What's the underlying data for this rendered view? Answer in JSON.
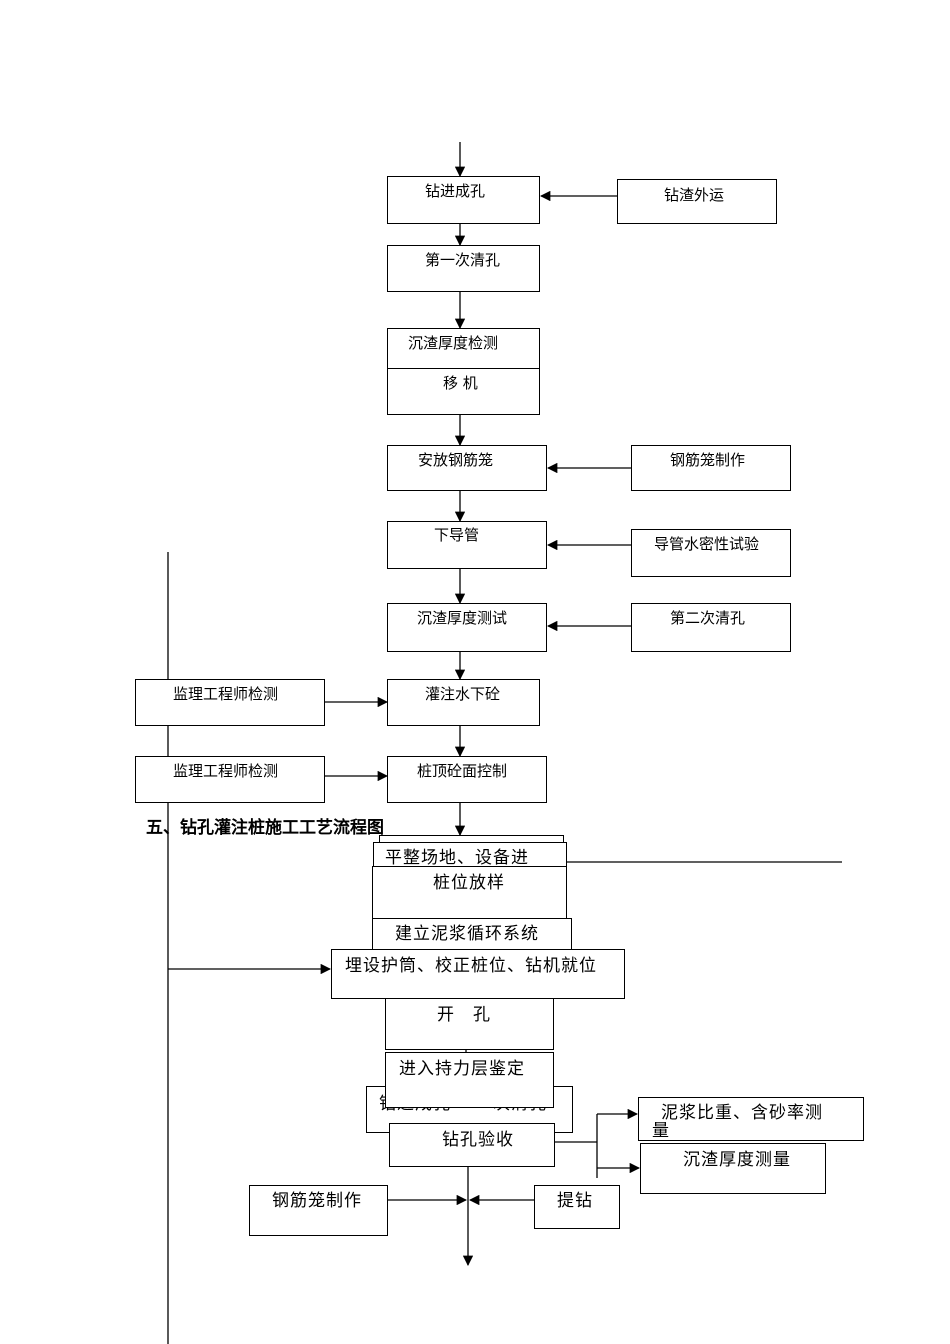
{
  "heading": "五、钻孔灌注桩施工工艺流程图",
  "upper": {
    "drill": "钻进成孔",
    "slag_out": "钻渣外运",
    "first_clean": "第一次清孔",
    "sediment_check": "沉渣厚度检测",
    "move": "移 机",
    "place_cage": "安放钢筋笼",
    "cage_make": "钢筋笼制作",
    "lower_pipe": "下导管",
    "pipe_test": "导管水密性试验",
    "sediment_test": "沉渣厚度测试",
    "second_clean": "第二次清孔",
    "pour": "灌注水下砼",
    "supervisor_1": "监理工程师检测",
    "top_control": "桩顶砼面控制",
    "supervisor_2": "监理工程师检测"
  },
  "lower": {
    "site_prep": "平整场地、设备进",
    "pile_layout": "桩位放样",
    "mud_system": "建立泥浆循环系统",
    "casing": "埋设护筒、校正桩位、钻机就位",
    "open_hole": "开　孔",
    "bearing": "进入持力层鉴定",
    "drill_clean_a": "钻进成孔",
    "drill_clean_b": "一次清孔",
    "hole_accept": "钻孔验收",
    "mud_ratio": "泥浆比重、含砂率测",
    "mud_ratio_cont": "量",
    "sediment_measure": "沉渣厚度测量",
    "cage_make": "钢筋笼制作",
    "lift_drill": "提钻"
  }
}
